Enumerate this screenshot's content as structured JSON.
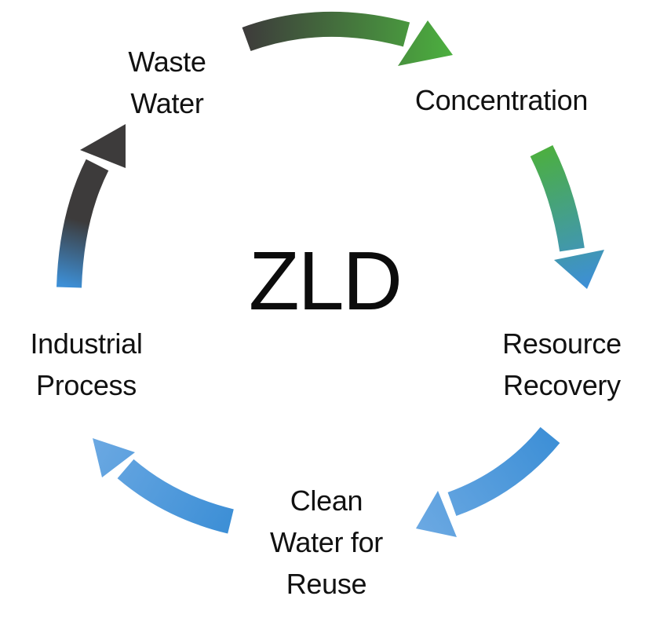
{
  "diagram": {
    "center_label": "ZLD",
    "nodes": [
      {
        "id": "waste-water",
        "label": "Waste\nWater"
      },
      {
        "id": "concentration",
        "label": "Concentration"
      },
      {
        "id": "resource-recovery",
        "label": "Resource\nRecovery"
      },
      {
        "id": "clean-water",
        "label": "Clean\nWater for\nReuse"
      },
      {
        "id": "industrial-process",
        "label": "Industrial\nProcess"
      }
    ],
    "edges": [
      {
        "from": "waste-water",
        "to": "concentration"
      },
      {
        "from": "concentration",
        "to": "resource-recovery"
      },
      {
        "from": "resource-recovery",
        "to": "clean-water"
      },
      {
        "from": "clean-water",
        "to": "industrial-process"
      },
      {
        "from": "industrial-process",
        "to": "waste-water"
      }
    ],
    "colors": {
      "dark": "#3d3b3b",
      "green": "#4caf3f",
      "blue": "#3d8fd6",
      "light_blue": "#6aa8e2"
    }
  }
}
